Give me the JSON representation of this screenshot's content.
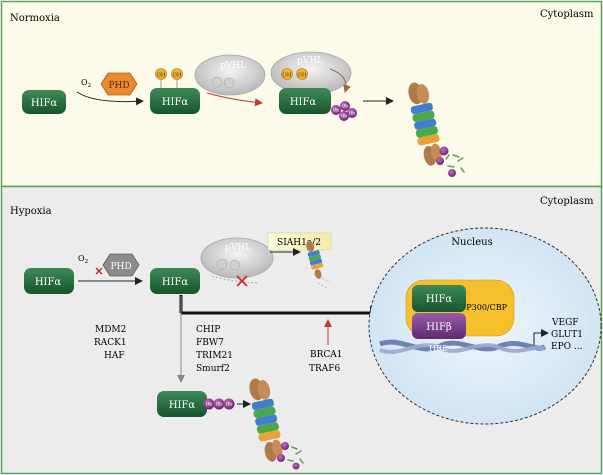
{
  "panels": {
    "normoxia": {
      "title": "Normoxia",
      "location": "Cytoplasm"
    },
    "hypoxia": {
      "title": "Hypoxia",
      "location": "Cytoplasm"
    }
  },
  "labels": {
    "hif_alpha": "HIFα",
    "hif_beta": "HIFβ",
    "o2": "O",
    "o2_sub": "2",
    "phd": "PHD",
    "pvhl": "pVHL",
    "oh": "OH",
    "ub": "Ub",
    "siah": "SIAH1a/2",
    "nucleus": "Nucleus",
    "p300": "P300/CBP",
    "hre": "HRE"
  },
  "regulators": {
    "col1": [
      "MDM2",
      "RACK1",
      "HAF"
    ],
    "col2": [
      "CHIP",
      "FBW7",
      "TRIM21",
      "Smurf2"
    ],
    "col3": [
      "BRCA1",
      "TRAF6"
    ]
  },
  "targets": [
    "VEGF",
    "GLUT1",
    "EPO ..."
  ],
  "colors": {
    "normoxia_bg": "#fdfbea",
    "hypoxia_bg": "#ececec",
    "border": "#5aa05a",
    "hif_green": "#1f6b3a",
    "hif_beta_purple": "#7a3b8f",
    "phd_orange": "#e88a2e",
    "phd_grey": "#8c8c8c",
    "oh_yellow": "#f2b233",
    "ub_purple": "#8e3a8e",
    "coactivator_yellow": "#f5c02b",
    "nucleus_fill": "#dfeef8",
    "inhibit_red": "#d42020"
  }
}
